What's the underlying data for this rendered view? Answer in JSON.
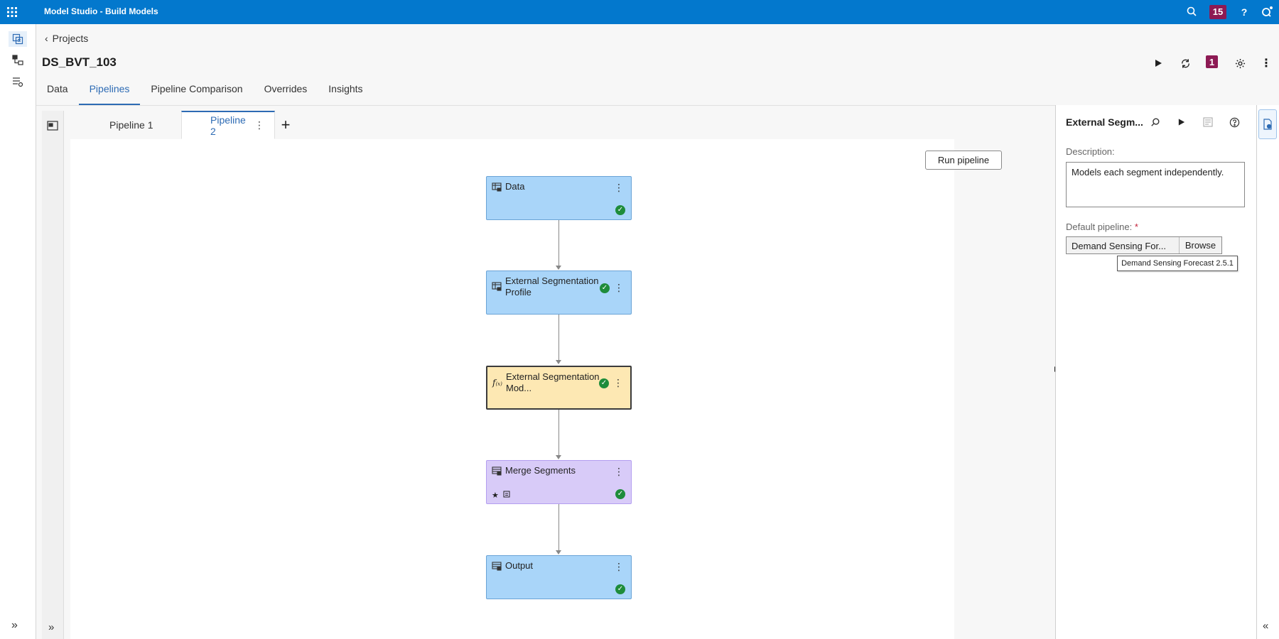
{
  "app": {
    "title": "Model Studio - Build Models",
    "notification_count": "15",
    "help_label": "?"
  },
  "breadcrumb": {
    "back_label": "Projects"
  },
  "project": {
    "title": "DS_BVT_103",
    "run_count": "1"
  },
  "tabs": [
    {
      "label": "Data"
    },
    {
      "label": "Pipelines"
    },
    {
      "label": "Pipeline Comparison"
    },
    {
      "label": "Overrides"
    },
    {
      "label": "Insights"
    }
  ],
  "pipeline_tabs": [
    {
      "label": "Pipeline 1"
    },
    {
      "label": "Pipeline 2"
    }
  ],
  "add_pipeline_label": "+",
  "canvas": {
    "run_pipeline_label": "Run pipeline",
    "nodes": [
      {
        "label": "Data",
        "status": "complete",
        "color": "#a9d5f9"
      },
      {
        "label": "External Segmentation Profile",
        "status": "complete",
        "color": "#a9d5f9"
      },
      {
        "label": "External Segmentation Mod...",
        "status": "complete",
        "color": "#fde8b3"
      },
      {
        "label": "Merge Segments",
        "status": "complete",
        "color": "#d8cbf8"
      },
      {
        "label": "Output",
        "status": "complete",
        "color": "#a9d5f9"
      }
    ]
  },
  "properties_panel": {
    "title": "External Segm...",
    "description_label": "Description:",
    "description_value": "Models each segment independently.",
    "default_pipeline_label": "Default pipeline:",
    "required_marker": "*",
    "default_pipeline_value": "Demand Sensing For...",
    "browse_label": "Browse",
    "tooltip": "Demand Sensing Forecast 2.5.1"
  },
  "colors": {
    "top_bar": "#0378cd",
    "accent": "#2d6bb4",
    "badge": "#8d1a54",
    "success": "#1e8c3b"
  }
}
